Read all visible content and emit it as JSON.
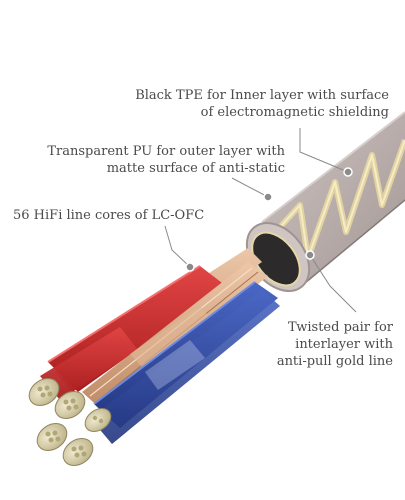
{
  "callouts": {
    "tpe": {
      "line1": "Black TPE for Inner layer with surface",
      "line2": "of electromagnetic shielding"
    },
    "pu": {
      "line1": "Transparent PU for outer layer with",
      "line2": "matte surface of anti-static"
    },
    "cores": {
      "line1": "56 HiFi line cores of LC-OFC"
    },
    "twisted": {
      "line1": "Twisted pair for",
      "line2": "interlayer with",
      "line3": "anti-pull gold line"
    }
  },
  "colors": {
    "background": "#ffffff",
    "text": "#4a4a4a",
    "leader_line": "#8a8a8a",
    "outer_jacket": "#b5aaa7",
    "red_core": "#cf2a2a",
    "blue_core": "#2a4aa8",
    "copper_core": "#d9a884",
    "gold_line": "#e6d49a",
    "strand_tips": "#d7cfa0"
  },
  "icons": {
    "leader_endpoint": "circle-dot-icon"
  }
}
